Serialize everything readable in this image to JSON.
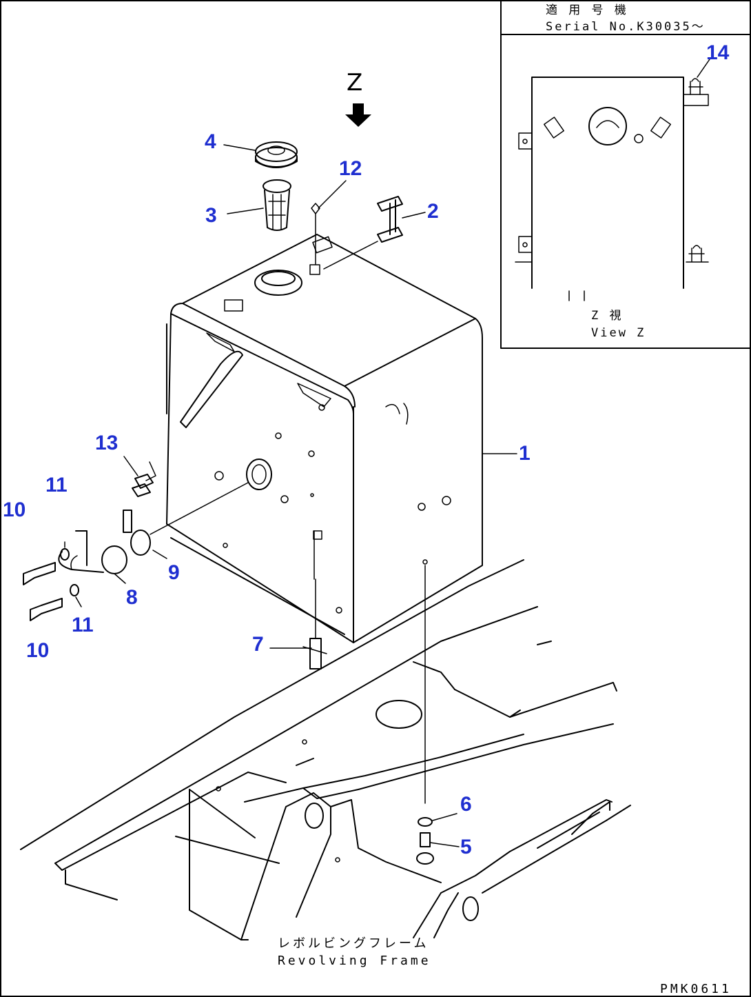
{
  "callouts": [
    "1",
    "2",
    "3",
    "4",
    "5",
    "6",
    "7",
    "8",
    "9",
    "10",
    "10",
    "11",
    "11",
    "12",
    "13",
    "14"
  ],
  "view_arrow_label": "Z",
  "inset": {
    "header_jp": "適 用 号 機",
    "header_serial": "Serial No.K30035～",
    "view_jp": "Z   視",
    "view_en": "View Z"
  },
  "frame_label": {
    "jp": "レボルビングフレーム",
    "en": "Revolving Frame"
  },
  "figure_code": "PMK0611"
}
